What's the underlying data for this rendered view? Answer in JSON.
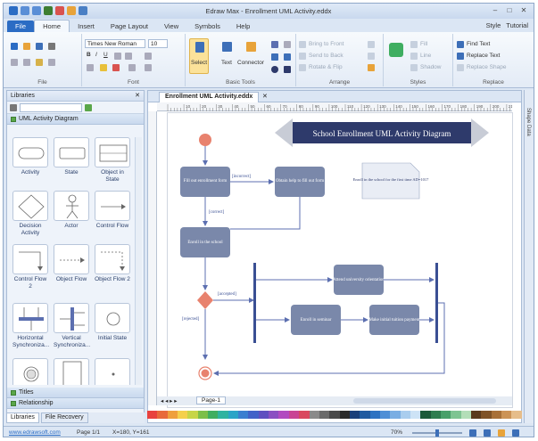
{
  "app": {
    "title": "Edraw Max - Enrollment UML Activity.eddx"
  },
  "menu_tabs": [
    "File",
    "Home",
    "Insert",
    "Page Layout",
    "View",
    "Symbols",
    "Help"
  ],
  "top_right": {
    "style": "Style",
    "tutorial": "Tutorial"
  },
  "ribbon": {
    "font_name": "Times New Roman",
    "font_size": "10",
    "groups": {
      "file": "File",
      "font": "Font",
      "basic_tools": "Basic Tools",
      "arrange": "Arrange",
      "styles": "Styles",
      "replace": "Replace"
    },
    "tools": {
      "select": "Select",
      "text": "Text",
      "connector": "Connector"
    },
    "arrange": {
      "bring_to_front": "Bring to Front",
      "send_to_back": "Send to Back",
      "rotate_flip": "Rotate & Flip"
    },
    "styles": {
      "fill": "Fill",
      "line": "Line",
      "shadow": "Shadow"
    },
    "replace": {
      "find_text": "Find Text",
      "replace_text": "Replace Text",
      "replace_shape": "Replace Shape"
    }
  },
  "libraries": {
    "header": "Libraries",
    "section": "UML Activity Diagram",
    "shapes": [
      "Activity",
      "State",
      "Object in State",
      "Decision Activity",
      "Actor",
      "Control Flow",
      "Control Flow 2",
      "Object Flow",
      "Object Flow 2",
      "Horizontal Synchroniza...",
      "Vertical Synchroniza...",
      "Initial State"
    ],
    "more_sections": [
      "Titles",
      "Relationship"
    ],
    "bottom_tabs": [
      "Libraries",
      "File Recovery"
    ]
  },
  "document": {
    "tab_label": "Enrollment UML Activity.eddx",
    "page_tab": "Page-1",
    "ruler_marks": [
      "10",
      "20",
      "30",
      "40",
      "50",
      "60",
      "70",
      "80",
      "90",
      "100",
      "110",
      "120",
      "130",
      "140",
      "150",
      "160",
      "170",
      "180",
      "190",
      "200",
      "210"
    ],
    "side_panel": "Shape Data"
  },
  "diagram": {
    "title": "School Enrollment UML Activity Diagram",
    "node_fill_enrollment": "Fill out enrollment form",
    "node_obtain_help": "Obtain help to fill out form",
    "node_enroll_school": "Enroll in the school",
    "node_attend_presentation": "Attend university orientation",
    "node_enroll_class": "Enroll in seminar",
    "node_tuition": "Make initial tuition payment",
    "note": "Enroll in the school for the first time AD=1017",
    "label_incorrect": "[incorrect]",
    "label_correct": "[correct]",
    "label_accepted": "[accepted]",
    "label_rejected": "[rejected]"
  },
  "colors": {
    "node": "#7a88aa",
    "title_bar": "#2e3a6b",
    "start": "#e8826e",
    "decision": "#e8826e",
    "sync_bar": "#3a4f93",
    "arrow": "#5c6fb0"
  },
  "palette": [
    "#e8413d",
    "#e86a3a",
    "#efa03c",
    "#f5d04c",
    "#c7d548",
    "#7cbf4a",
    "#3fae61",
    "#2fb3a0",
    "#2aa4c7",
    "#3b7fd0",
    "#4262c8",
    "#5f4fc0",
    "#8a4fc2",
    "#b14ac0",
    "#c94494",
    "#d9485f",
    "#8a8a8a",
    "#6a6a6a",
    "#4a4a4a",
    "#2a2a2a",
    "#1a3f7a",
    "#1f5aa0",
    "#2d72c2",
    "#4f8fd6",
    "#7aaee3",
    "#a9cdee",
    "#cde3f6",
    "#1c5a3a",
    "#2e7d4f",
    "#48a06a",
    "#7ec492",
    "#b3deb8",
    "#5a3a1c",
    "#7f5226",
    "#a87038",
    "#cc9356",
    "#e6bd8a"
  ],
  "status": {
    "website": "www.edrawsoft.com",
    "page": "Page 1/1",
    "coords": "X=180, Y=161",
    "zoom": "70%"
  }
}
